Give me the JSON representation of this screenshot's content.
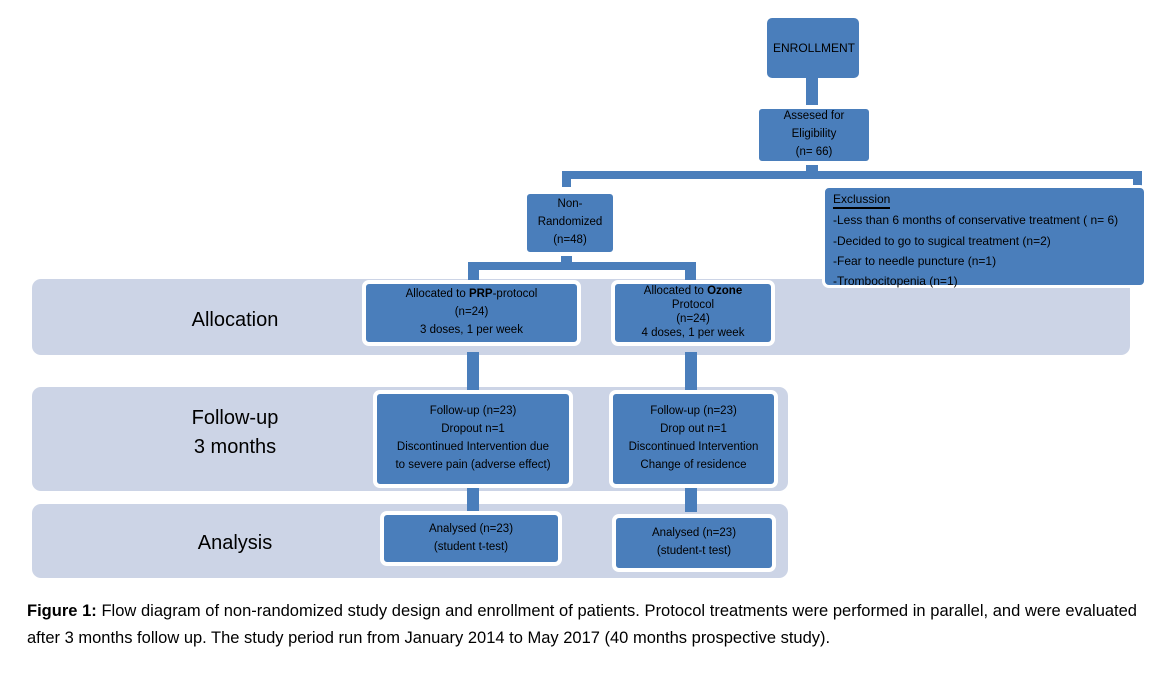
{
  "figure": {
    "caption_label": "Figure 1:",
    "caption_text": " Flow diagram of non-randomized study design and enrollment of patients. Protocol treatments were performed in parallel, and were evaluated after 3 months follow up. The study period run from January 2014 to May 2017 (40 months prospective study)."
  },
  "colors": {
    "node_blue": "#4a7ebb",
    "band_blue": "#ccd4e6",
    "text": "#000000",
    "outline": "#ffffff"
  },
  "bands": [
    {
      "label": "Allocation"
    },
    {
      "label": "Follow-up\n3 months"
    },
    {
      "label": "Analysis"
    }
  ],
  "nodes": {
    "enrollment": {
      "lines": [
        "ENROLLMENT"
      ]
    },
    "assessed": {
      "lines": [
        "Assesed for",
        "Eligibility",
        "(n= 66)"
      ]
    },
    "non_randomized": {
      "lines": [
        "Non-",
        "Randomized",
        "(n=48)"
      ]
    },
    "alloc_prp": {
      "line1_a": "Allocated to ",
      "line1_b": "PRP",
      "line1_c": "-protocol",
      "line2": "(n=24)",
      "line3": "3 doses, 1 per week"
    },
    "alloc_ozone": {
      "line1_a": "Allocated to ",
      "line1_b": "Ozone",
      "line2": "Protocol",
      "line3": "(n=24)",
      "line4": "4 doses, 1 per week"
    },
    "followup_prp": {
      "lines": [
        "Follow-up (n=23)",
        "Dropout n=1",
        "Discontinued Intervention due",
        "to severe pain (adverse effect)"
      ]
    },
    "followup_ozone": {
      "lines": [
        "Follow-up (n=23)",
        "Drop out n=1",
        "Discontinued Intervention",
        "Change of residence"
      ]
    },
    "analysis_prp": {
      "lines": [
        "Analysed (n=23)",
        "(student t-test)"
      ]
    },
    "analysis_ozone": {
      "lines": [
        "Analysed (n=23)",
        "(student-t test)"
      ]
    },
    "exclusion": {
      "title": "Exclussion",
      "items": [
        "-Less than 6 months of conservative treatment ( n= 6)",
        "-Decided to go to sugical treatment (n=2)",
        "-Fear to needle puncture (n=1)",
        "-Trombocitopenia (n=1)"
      ]
    }
  }
}
